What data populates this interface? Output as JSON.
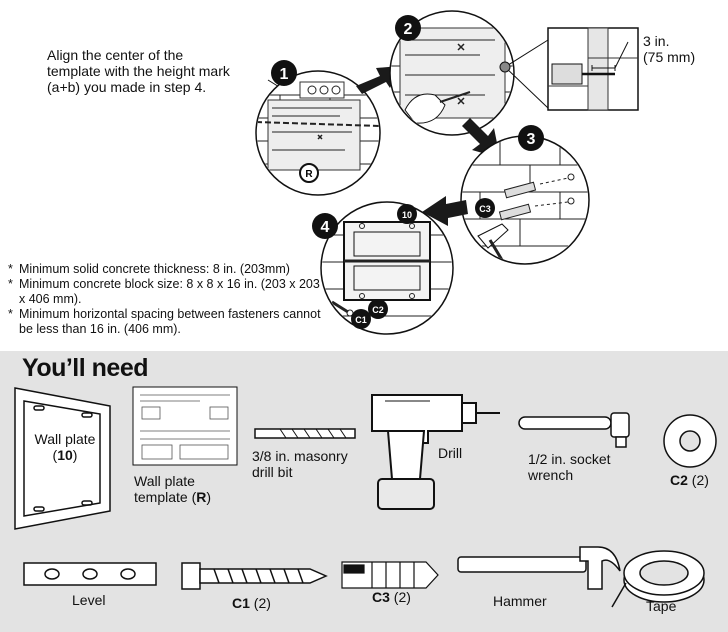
{
  "instruction": {
    "line1": "Align the center of the",
    "line2": "template with the height mark",
    "line3": "(a+b) you made in step 4."
  },
  "callout": {
    "in": "3 in.",
    "mm": "(75 mm)"
  },
  "steps": [
    "1",
    "2",
    "3",
    "4"
  ],
  "part_tags": {
    "template": "R",
    "wall_plate": "10",
    "c1": "C1",
    "c2": "C2",
    "c3": "C3"
  },
  "notes": [
    "Minimum solid concrete thickness: 8 in. (203mm)",
    "Minimum concrete block size: 8 x 8 x 16 in. (203 x 203 x 406 mm).",
    "Minimum horizontal spacing between fasteners cannot be less than 16 in. (406 mm)."
  ],
  "note_marker": "*",
  "tools_heading": "You’ll need",
  "tools": {
    "wall_plate": {
      "name": "Wall plate",
      "code": "10"
    },
    "template": {
      "name": "Wall plate",
      "name2": "template",
      "code": "R"
    },
    "drill_bit": {
      "line1": "3/8 in. masonry",
      "line2": "drill bit"
    },
    "drill": "Drill",
    "wrench": {
      "line1": "1/2 in. socket",
      "line2": "wrench"
    },
    "c2": {
      "code": "C2",
      "qty": "(2)"
    },
    "level": "Level",
    "c1": {
      "code": "C1",
      "qty": "(2)"
    },
    "c3": {
      "code": "C3",
      "qty": "(2)"
    },
    "hammer": "Hammer",
    "tape": "Tape"
  },
  "colors": {
    "panel": "#e3e3e3",
    "ink": "#111111",
    "arrow": "#1a1a1a"
  }
}
